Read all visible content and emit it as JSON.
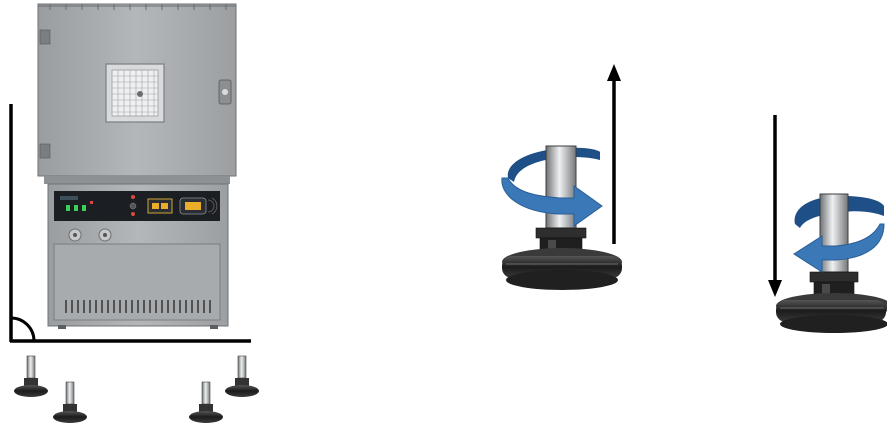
{
  "figure": {
    "subjects": [
      {
        "id": "chamber",
        "icon": "environmental-chamber-icon",
        "parts": [
          "door",
          "viewing-window",
          "control-panel",
          "vent-grille",
          "leveling-feet"
        ]
      },
      {
        "id": "raise",
        "icon": "leveling-foot-icon",
        "rotation": "rotate-clockwise-icon",
        "direction": "up"
      },
      {
        "id": "lower",
        "icon": "leveling-foot-icon",
        "rotation": "rotate-counterclockwise-icon",
        "direction": "down"
      }
    ],
    "colors": {
      "cabinet": "#a9acae",
      "panel": "#1b1e22",
      "rotation_arrow": "#3a78b8",
      "rotation_arrow_dark": "#1e4f86",
      "foot": "#2a2a2a",
      "line": "#000000"
    }
  }
}
